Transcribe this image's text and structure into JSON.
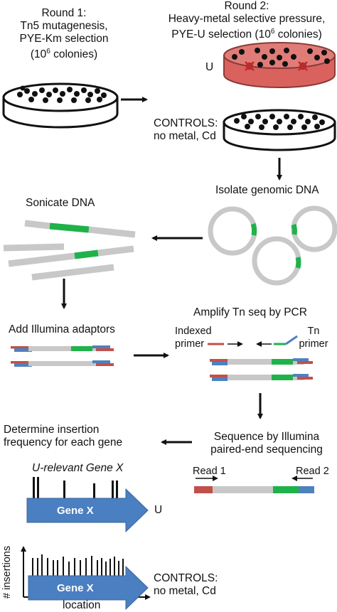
{
  "round1": {
    "title": "Round 1:",
    "line2": "Tn5 mutagenesis,",
    "line3": "PYE-Km selection",
    "colonies_open": "(10",
    "colonies_sup": "6",
    "colonies_close": " colonies)"
  },
  "round2": {
    "title": "Round 2:",
    "line2": "Heavy-metal selective pressure,",
    "line3_pre": "PYE-U selection (10",
    "line3_sup": "6",
    "line3_post": " colonies)",
    "dish_label": "U"
  },
  "controls_top": {
    "line1": "CONTROLS:",
    "line2": "no metal, Cd"
  },
  "steps": {
    "isolate": "Isolate genomic DNA",
    "sonicate": "Sonicate DNA",
    "adaptors": "Add Illumina adaptors",
    "amplify": "Amplify Tn seq by PCR",
    "indexed_primer_1": "Indexed",
    "indexed_primer_2": "primer",
    "tn_primer_1": "Tn",
    "tn_primer_2": "primer",
    "sequence_1": "Sequence by Illumina",
    "sequence_2": "paired-end sequencing",
    "read1": "Read 1",
    "read2": "Read 2",
    "determine_1": "Determine insertion",
    "determine_2": "frequency for each gene"
  },
  "gene_panel": {
    "title": "U-relevant Gene X",
    "gene_label": "Gene X",
    "u_label": "U",
    "controls_1": "CONTROLS:",
    "controls_2": "no metal, Cd",
    "y_axis": "# insertions",
    "x_axis": "location"
  },
  "colors": {
    "green": "#1fb24a",
    "gray": "#c8c8c8",
    "red": "#c2504a",
    "blue": "#4f81bd",
    "dish_red": "#d9625f",
    "gene_blue": "#4a7fc1"
  }
}
